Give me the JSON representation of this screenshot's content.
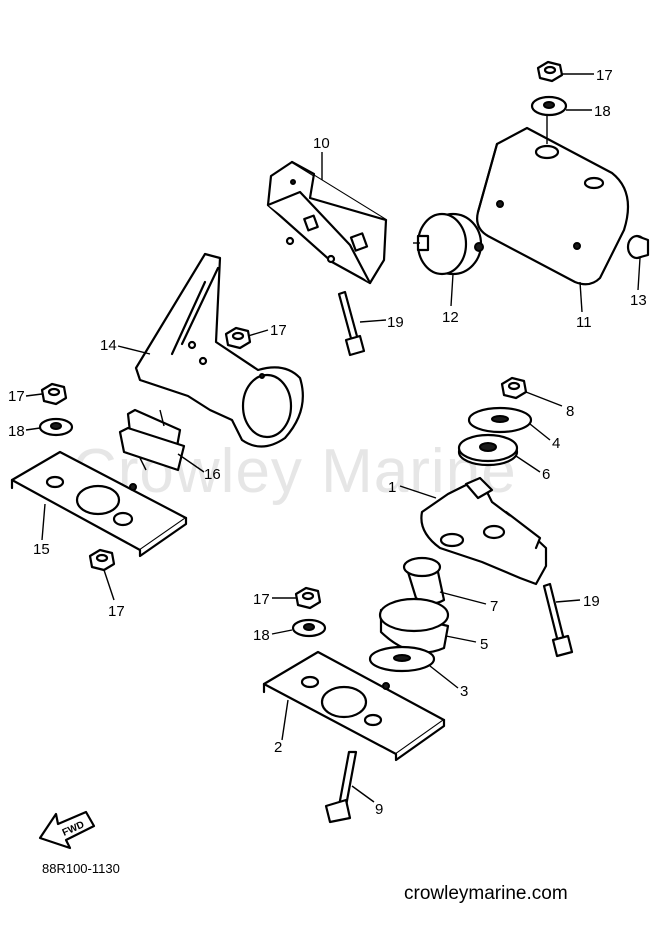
{
  "watermark": "Crowley Marine",
  "diagram_code": "88R100-1130",
  "site_url": "crowleymarine.com",
  "fwd_label": "FWD",
  "callouts": {
    "c1": "1",
    "c2": "2",
    "c3": "3",
    "c4": "4",
    "c5": "5",
    "c6": "6",
    "c7": "7",
    "c8": "8",
    "c9": "9",
    "c10": "10",
    "c11": "11",
    "c12": "12",
    "c13": "13",
    "c14": "14",
    "c15": "15",
    "c16": "16",
    "c17a": "17",
    "c17b": "17",
    "c17c": "17",
    "c17d": "17",
    "c17e": "17",
    "c18a": "18",
    "c18b": "18",
    "c18c": "18",
    "c19a": "19",
    "c19b": "19"
  }
}
